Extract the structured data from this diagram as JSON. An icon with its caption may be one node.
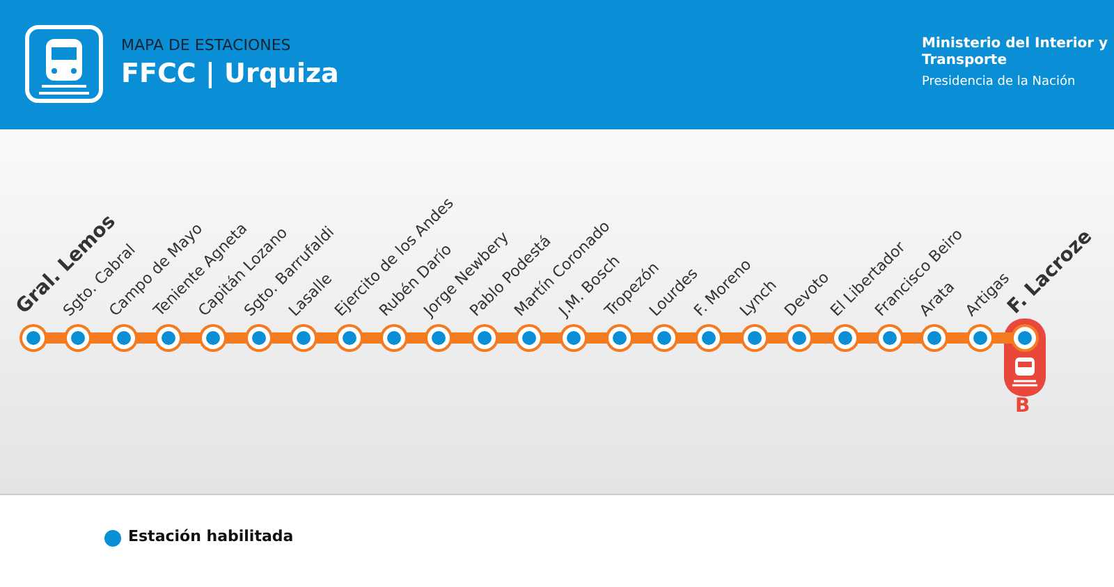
{
  "diagram": {
    "title": "FFCC | Urquiza",
    "nodes": [
      {
        "text": [],
        "shape": "circle",
        "beside": [
          "Gral. Lemos"
        ]
      },
      {
        "text": [],
        "shape": "circle",
        "beside": [
          "Sgto. Cabral"
        ]
      },
      {
        "text": [],
        "shape": "circle",
        "beside": [
          "Campo de Mayo"
        ]
      },
      {
        "text": [],
        "shape": "circle",
        "beside": [
          "Teniente Agneta"
        ]
      },
      {
        "text": [],
        "shape": "circle",
        "beside": [
          "Capitán Lozano"
        ]
      },
      {
        "text": [],
        "shape": "circle",
        "beside": [
          "Sgto. Barrufaldi"
        ]
      },
      {
        "text": [],
        "shape": "circle",
        "beside": [
          "Lasalle"
        ]
      },
      {
        "text": [],
        "shape": "circle",
        "beside": [
          "Ejercito de los Andes"
        ]
      },
      {
        "text": [],
        "shape": "circle",
        "beside": [
          "Rubén Darío"
        ]
      },
      {
        "text": [],
        "shape": "circle",
        "beside": [
          "Jorge Newbery"
        ]
      },
      {
        "text": [],
        "shape": "circle",
        "beside": [
          "Pablo Podestá"
        ]
      },
      {
        "text": [],
        "shape": "circle",
        "beside": [
          "Martín Coronado"
        ]
      },
      {
        "text": [],
        "shape": "circle",
        "beside": [
          "J.M. Bosch"
        ]
      },
      {
        "text": [],
        "shape": "circle",
        "beside": [
          "Tropezón"
        ]
      },
      {
        "text": [],
        "shape": "circle",
        "beside": [
          "Lourdes"
        ]
      },
      {
        "text": [],
        "shape": "circle",
        "beside": [
          "F. Moreno"
        ]
      },
      {
        "text": [],
        "shape": "circle",
        "beside": [
          "Lynch"
        ]
      },
      {
        "text": [],
        "shape": "circle",
        "beside": [
          "Devoto"
        ]
      },
      {
        "text": [],
        "shape": "circle",
        "beside": [
          "El Libertador"
        ]
      },
      {
        "text": [],
        "shape": "circle",
        "beside": [
          "Francisco Beiro"
        ]
      },
      {
        "text": [],
        "shape": "circle",
        "beside": [
          "Arata"
        ]
      },
      {
        "text": [],
        "shape": "circle",
        "beside": [
          "Artigas"
        ]
      },
      {
        "text": [],
        "shape": "circle",
        "beside": [
          "F. Lacroze"
        ]
      }
    ],
    "edges": [
      {
        "from": 0,
        "to": 1,
        "arrow": "none"
      },
      {
        "from": 1,
        "to": 2,
        "arrow": "none"
      },
      {
        "from": 2,
        "to": 3,
        "arrow": "none"
      },
      {
        "from": 3,
        "to": 4,
        "arrow": "none"
      },
      {
        "from": 4,
        "to": 5,
        "arrow": "none"
      },
      {
        "from": 5,
        "to": 6,
        "arrow": "none"
      },
      {
        "from": 6,
        "to": 7,
        "arrow": "none"
      },
      {
        "from": 7,
        "to": 8,
        "arrow": "none"
      },
      {
        "from": 8,
        "to": 9,
        "arrow": "none"
      },
      {
        "from": 9,
        "to": 10,
        "arrow": "none"
      },
      {
        "from": 10,
        "to": 11,
        "arrow": "none"
      },
      {
        "from": 11,
        "to": 12,
        "arrow": "none"
      },
      {
        "from": 12,
        "to": 13,
        "arrow": "none"
      },
      {
        "from": 13,
        "to": 14,
        "arrow": "none"
      },
      {
        "from": 14,
        "to": 15,
        "arrow": "none"
      },
      {
        "from": 15,
        "to": 16,
        "arrow": "none"
      },
      {
        "from": 16,
        "to": 17,
        "arrow": "none"
      },
      {
        "from": 17,
        "to": 18,
        "arrow": "none"
      },
      {
        "from": 18,
        "to": 19,
        "arrow": "none"
      },
      {
        "from": 19,
        "to": 20,
        "arrow": "none"
      },
      {
        "from": 20,
        "to": 21,
        "arrow": "none"
      },
      {
        "from": 21,
        "to": 22,
        "arrow": "none"
      }
    ],
    "labels": [
      "MAPA DE ESTACIONES",
      "Ministerio del Interior y Transporte",
      "Presidencia de la Nación",
      "B"
    ],
    "legend": [
      {
        "text": "Estación habilitada",
        "color": "#0a8fd6"
      }
    ]
  }
}
